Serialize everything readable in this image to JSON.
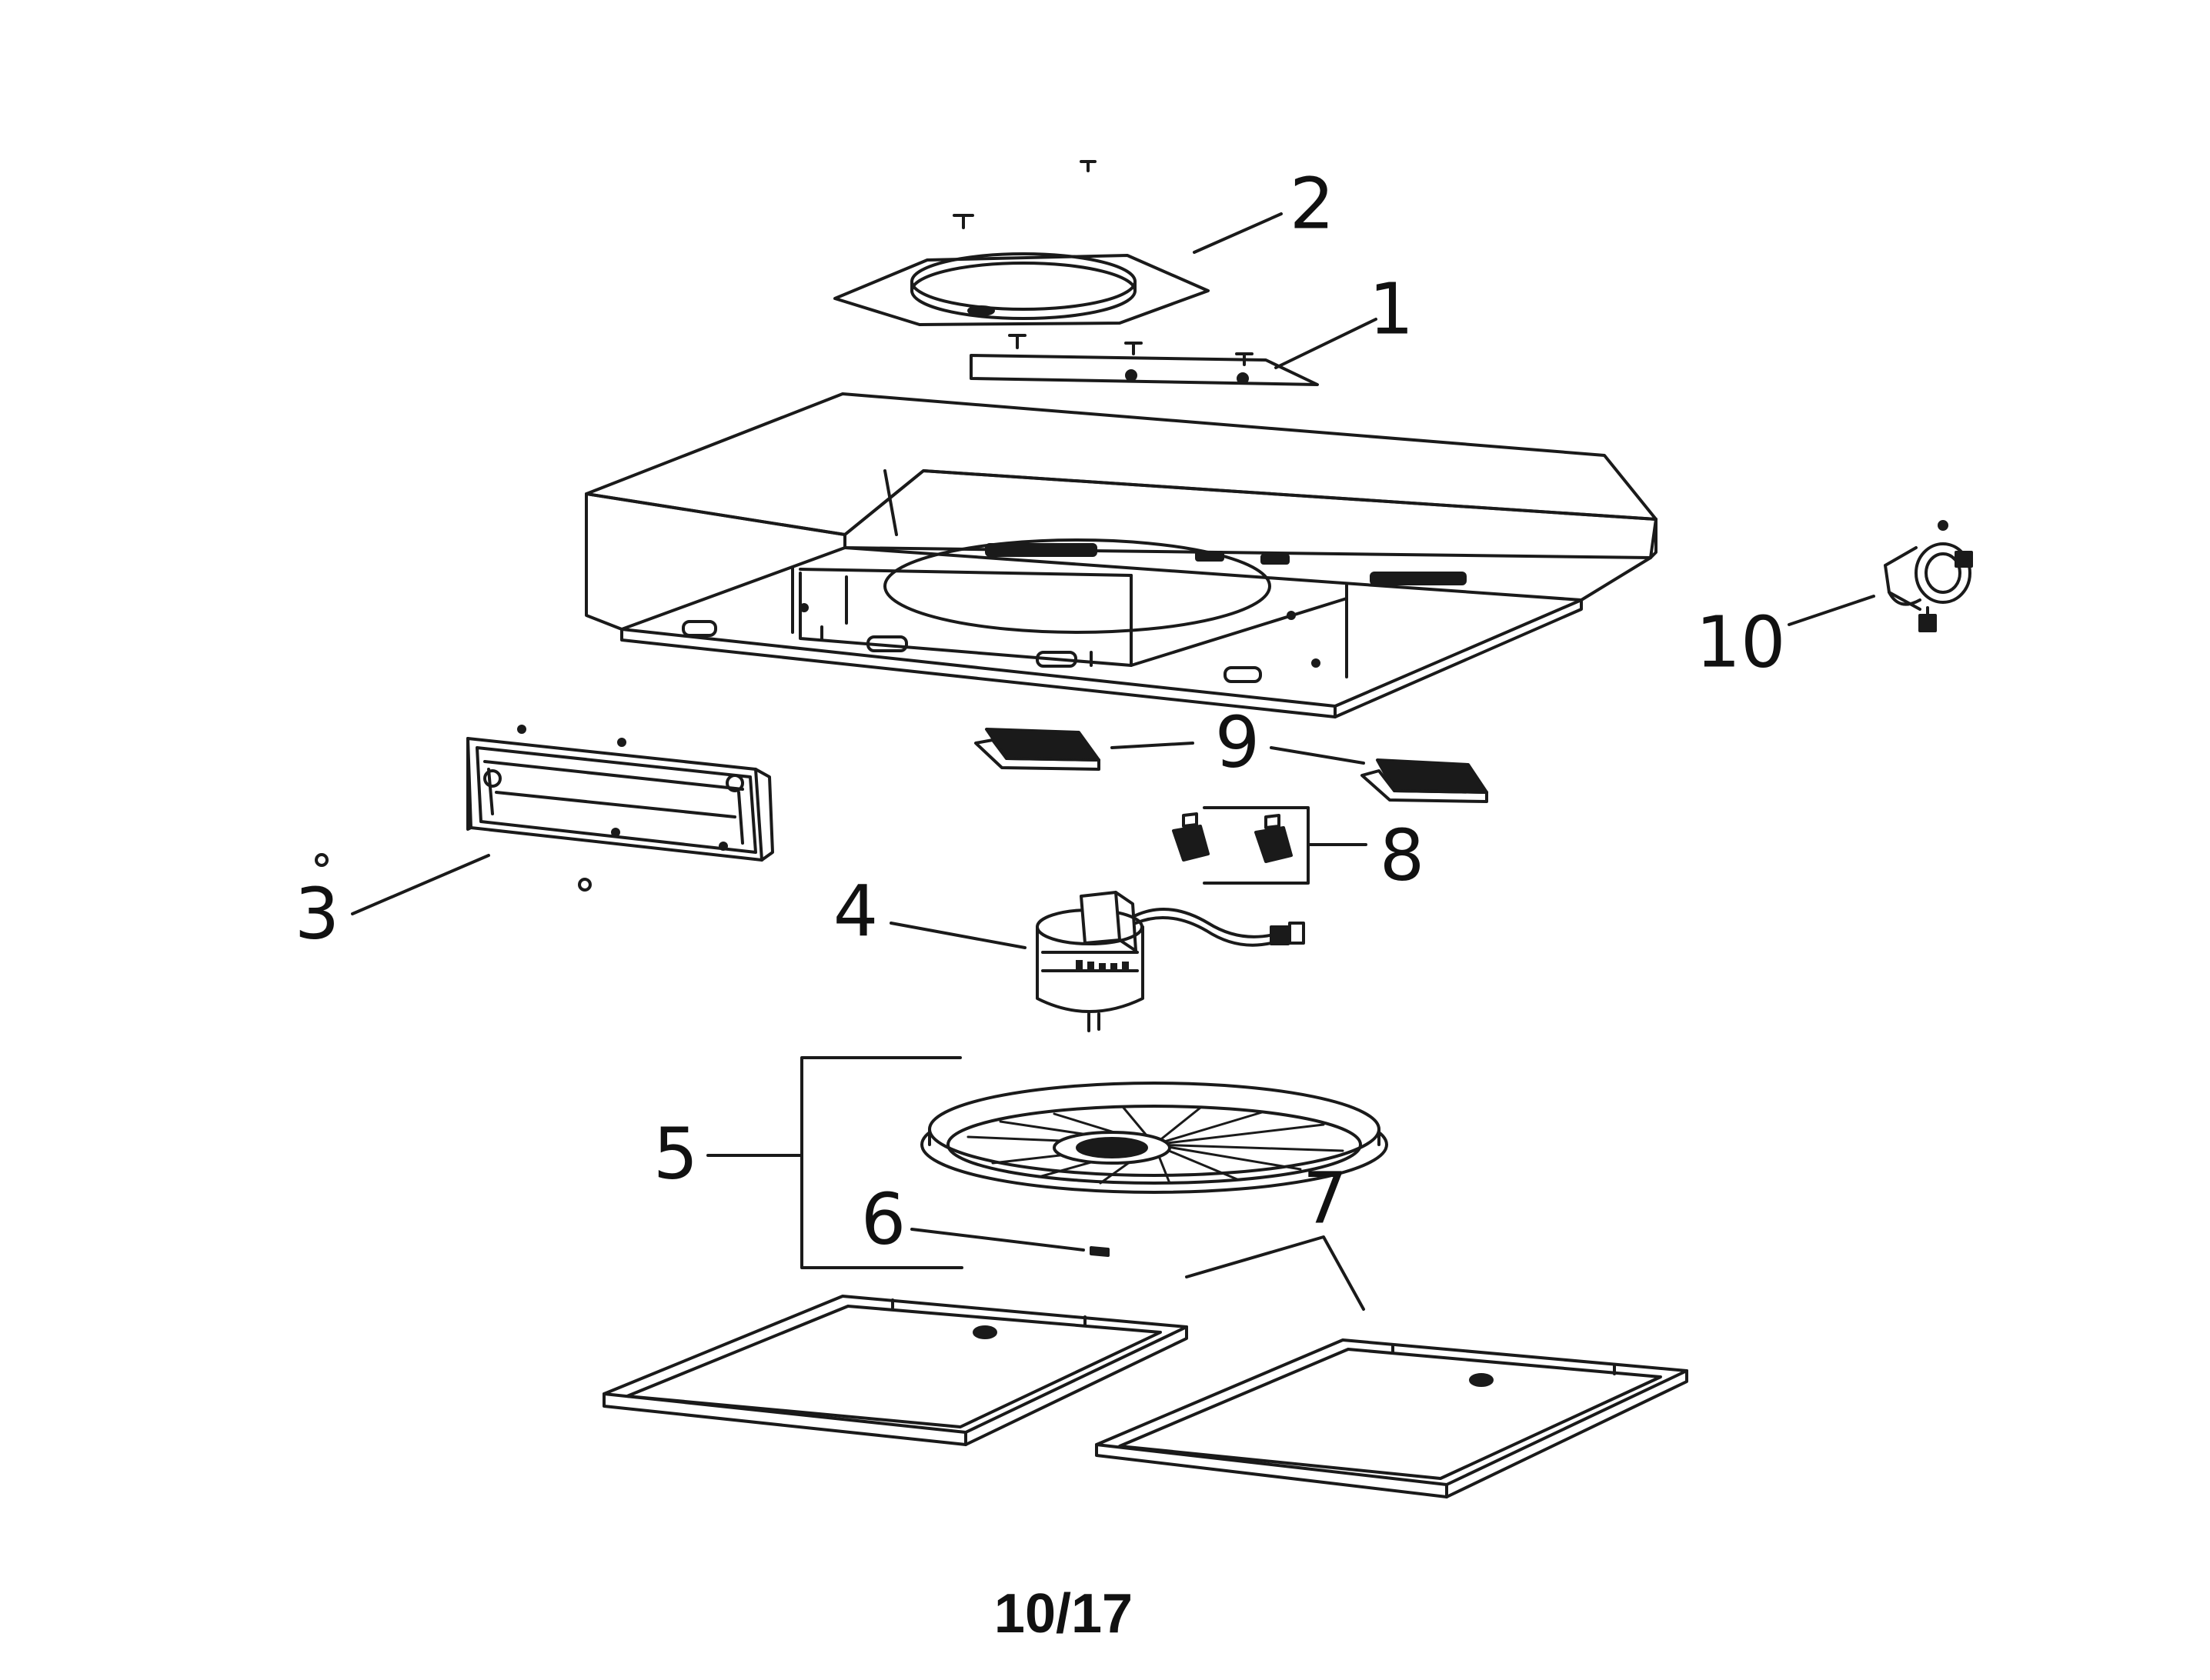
{
  "callouts": {
    "c1": "1",
    "c2": "2",
    "c3": "3",
    "c4": "4",
    "c5": "5",
    "c6": "6",
    "c7": "7",
    "c8": "8",
    "c9": "9",
    "c10": "10"
  },
  "footer": {
    "page": "10/17"
  },
  "colors": {
    "line": "#1a1a1a",
    "background": "#ffffff"
  }
}
